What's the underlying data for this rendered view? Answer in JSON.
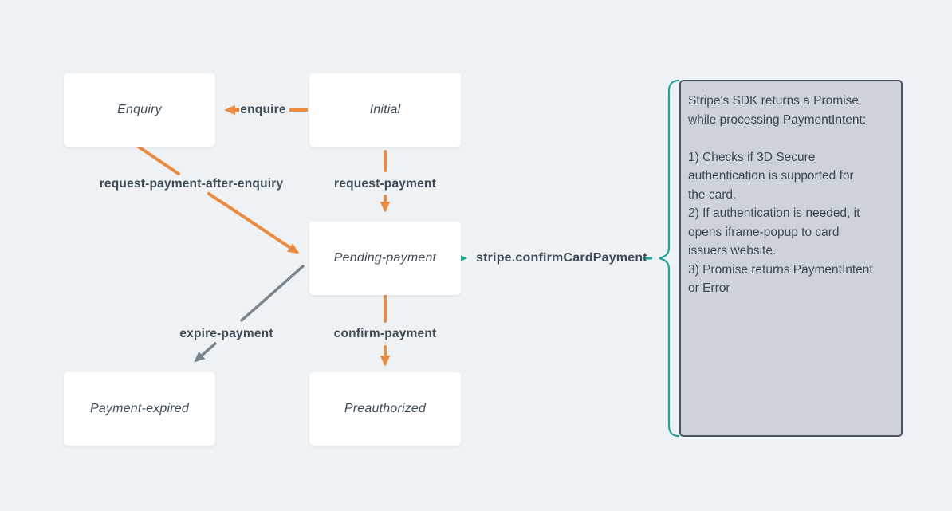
{
  "diagram": {
    "states": [
      {
        "label": "Enquiry"
      },
      {
        "label": "Initial"
      },
      {
        "label": "Pending-payment"
      },
      {
        "label": "Payment-expired"
      },
      {
        "label": "Preauthorized"
      }
    ],
    "transitions": [
      {
        "label": "enquire",
        "from": "Initial",
        "to": "Enquiry",
        "color": "#EC8A3E"
      },
      {
        "label": "request-payment",
        "from": "Initial",
        "to": "Pending-payment",
        "color": "#EC8A3E"
      },
      {
        "label": "request-payment-after-enquiry",
        "from": "Enquiry",
        "to": "Pending-payment",
        "color": "#EC8A3E"
      },
      {
        "label": "expire-payment",
        "from": "Pending-payment",
        "to": "Payment-expired",
        "color": "#7A868F"
      },
      {
        "label": "confirm-payment",
        "from": "Pending-payment",
        "to": "Preauthorized",
        "color": "#EC8A3E"
      }
    ],
    "side_callout": {
      "label": "stripe.confirmCardPayment",
      "note": "Stripe's SDK returns a Promise\nwhile processing PaymentIntent:\n\n1) Checks if 3D Secure\nauthentication is supported for\nthe card.\n2) If authentication is needed, it\nopens iframe-popup to card\nissuers website.\n3) Promise returns PaymentIntent\nor Error"
    },
    "colors": {
      "background": "#EFF2F5",
      "state_fill": "#FFFFFF",
      "orange": "#EC8A3E",
      "teal": "#21A396",
      "gray": "#7A868F",
      "text": "#3D4A57",
      "note_fill": "#CDD3D8",
      "note_border": "#4A5662"
    }
  }
}
